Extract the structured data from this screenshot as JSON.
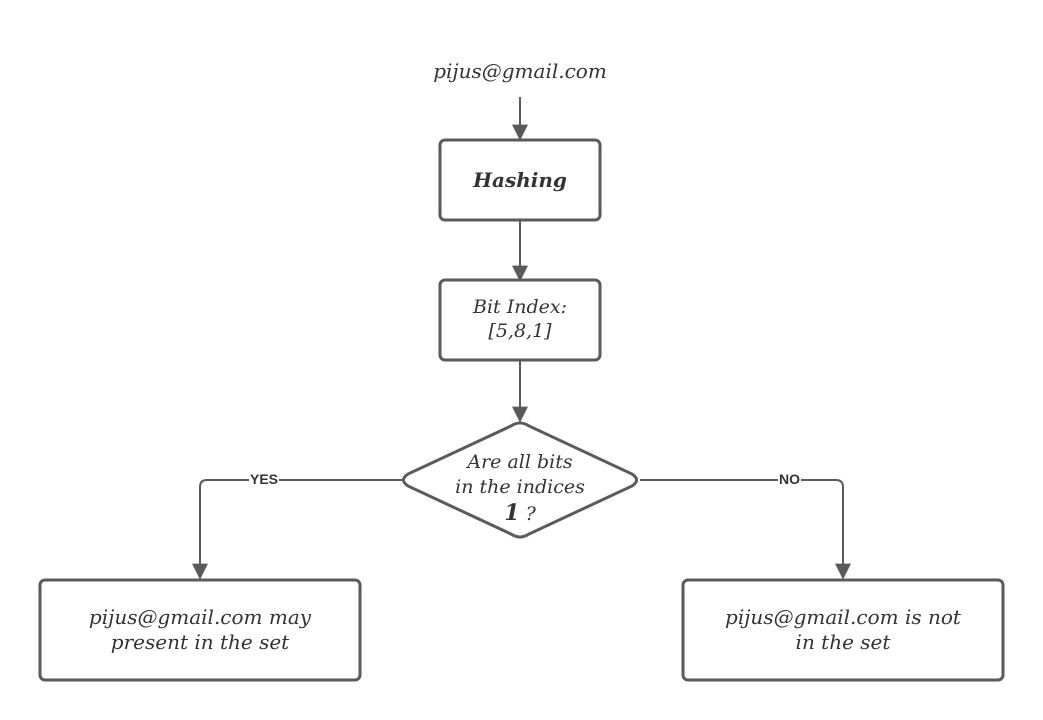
{
  "colors": {
    "stroke": "#5a5a5a",
    "text": "#333333",
    "background": "#ffffff"
  },
  "start": {
    "text": "pijus@gmail.com"
  },
  "hashing": {
    "text": "Hashing"
  },
  "bit_index": {
    "line1": "Bit Index:",
    "line2": "[5,8,1]"
  },
  "decision": {
    "line1": "Are all bits",
    "line2": "in the indices",
    "value": "1",
    "suffix": " ?"
  },
  "edges": {
    "yes_label": "YES",
    "no_label": "NO"
  },
  "result_yes": {
    "line1": "pijus@gmail.com may",
    "line2": "present in the set"
  },
  "result_no": {
    "line1": "pijus@gmail.com is not",
    "line2": "in the set"
  }
}
